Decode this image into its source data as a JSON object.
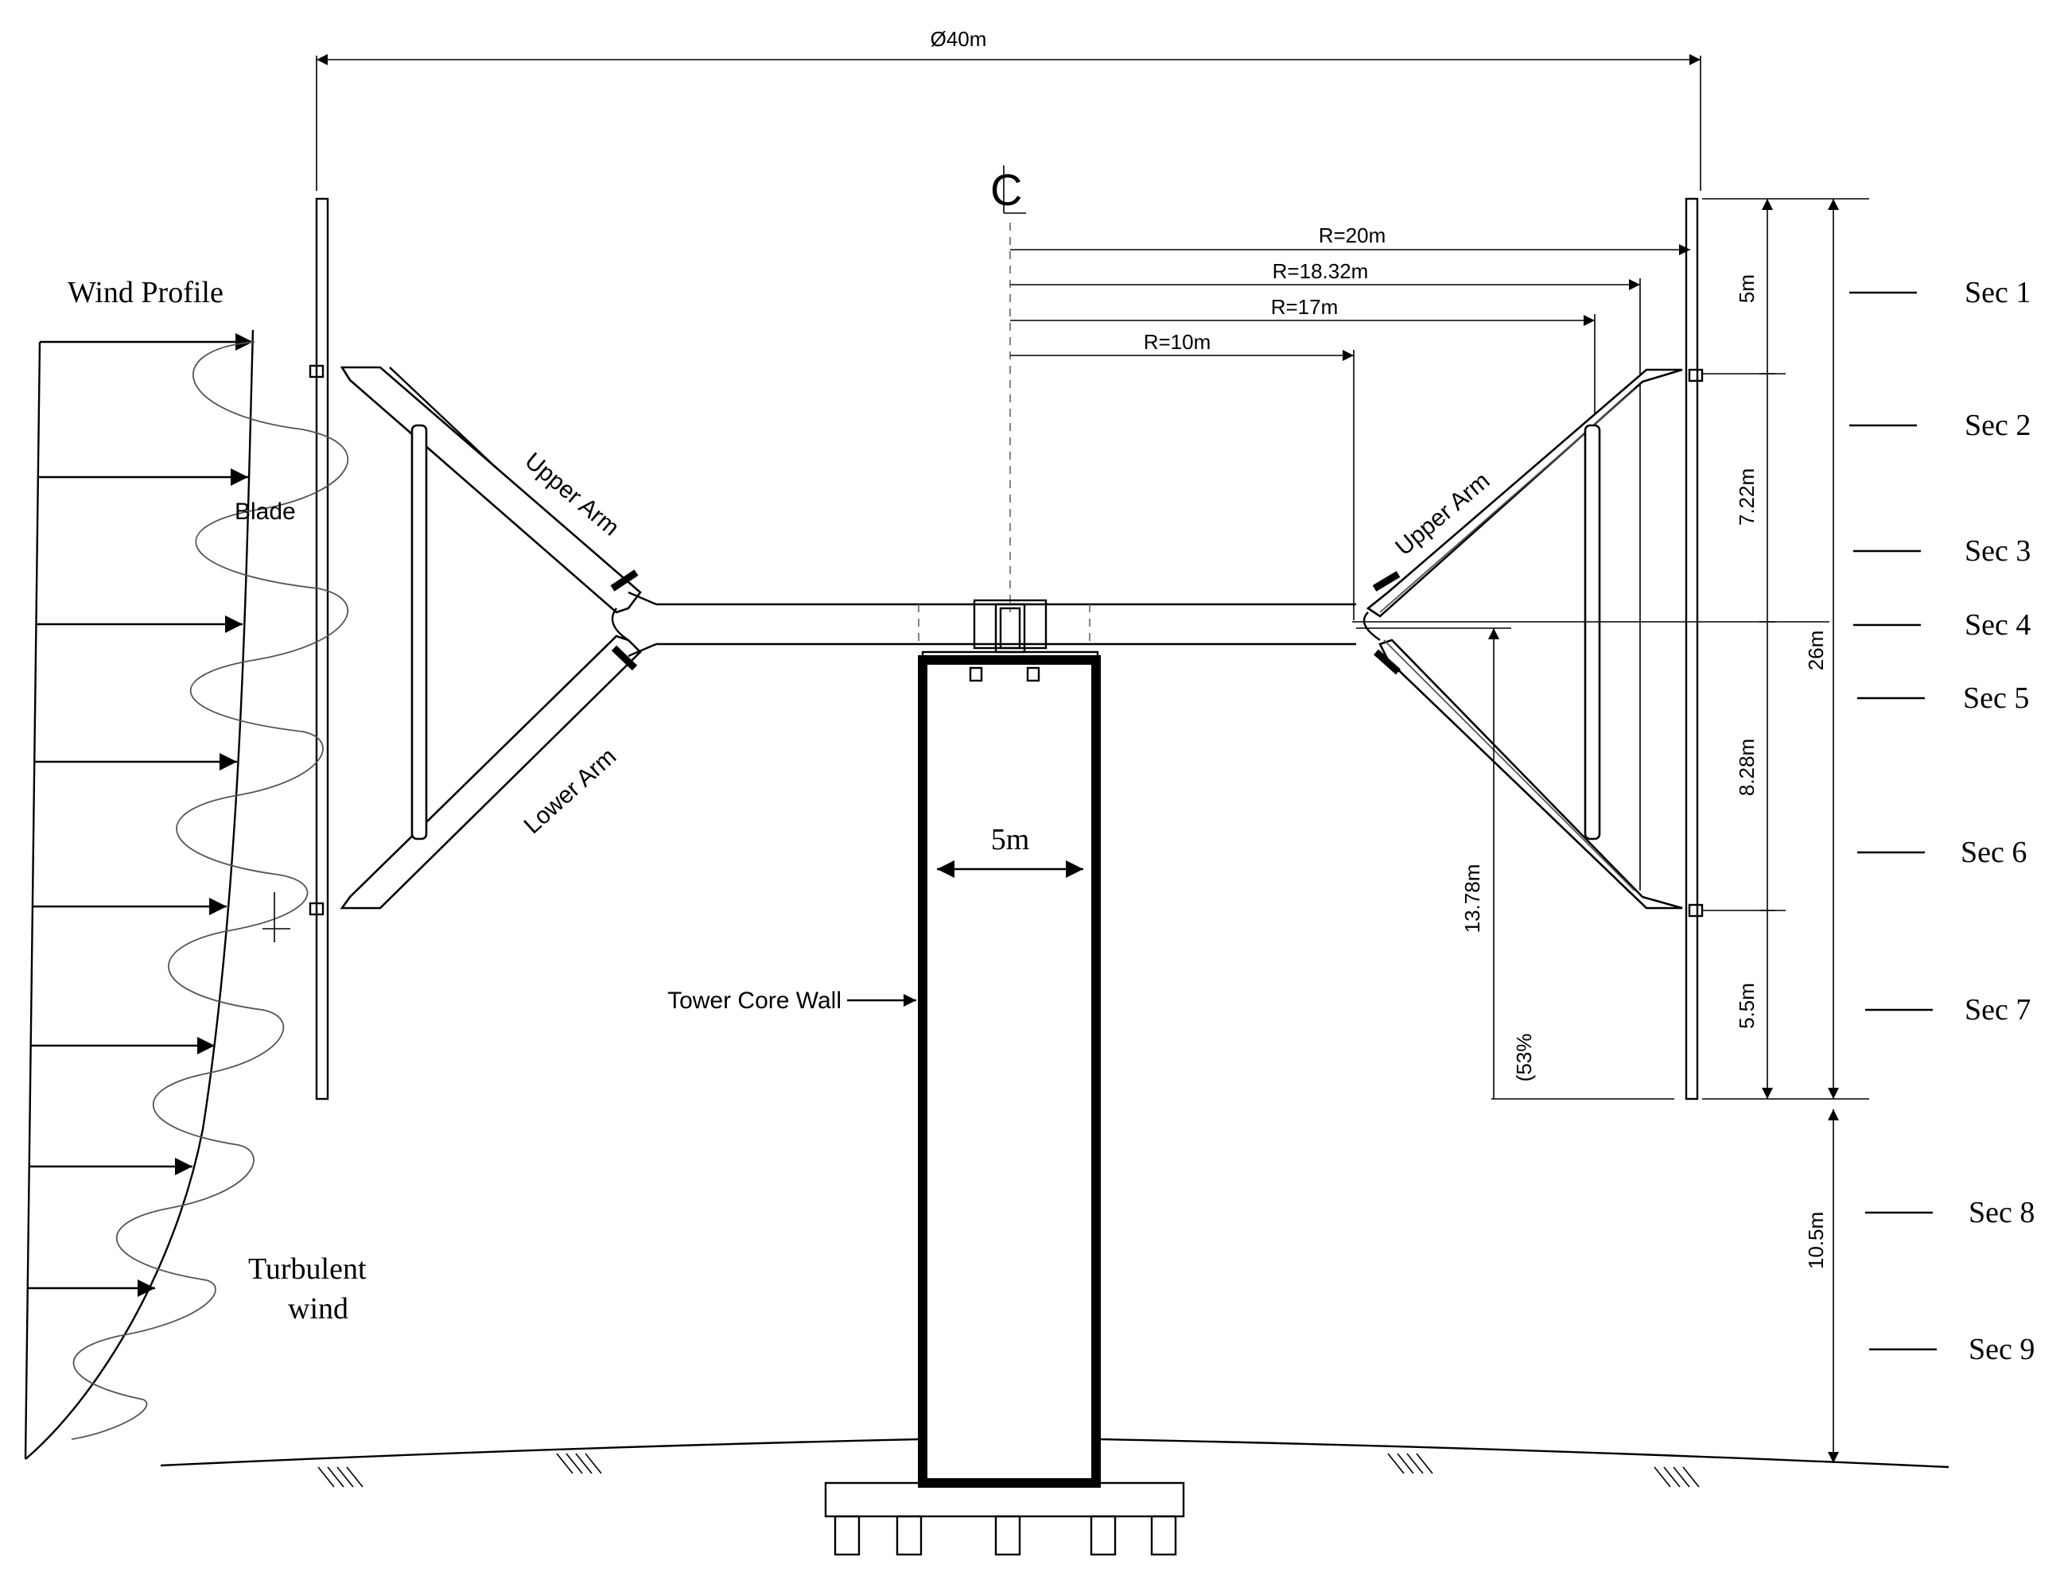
{
  "labels": {
    "diameter": "Ø40m",
    "centerline": "C",
    "r20": "R=20m",
    "r1832": "R=18.32m",
    "r17": "R=17m",
    "r10": "R=10m",
    "wind_profile": "Wind Profile",
    "blade": "Blade",
    "upper_arm_left": "Upper Arm",
    "lower_arm_left": "Lower Arm",
    "upper_arm_right": "Upper Arm",
    "tower_width": "5m",
    "tower_core_wall": "Tower Core Wall",
    "turbulent_line1": "Turbulent",
    "turbulent_line2": "wind",
    "dim_1378": "13.78m",
    "dim_53": "(53%",
    "dim_5m": "5m",
    "dim_722": "7.22m",
    "dim_828": "8.28m",
    "dim_55": "5.5m",
    "dim_26": "26m",
    "dim_105": "10.5m"
  },
  "sections": [
    "Sec 1",
    "Sec 2",
    "Sec 3",
    "Sec 4",
    "Sec 5",
    "Sec 6",
    "Sec 7",
    "Sec 8",
    "Sec 9"
  ]
}
